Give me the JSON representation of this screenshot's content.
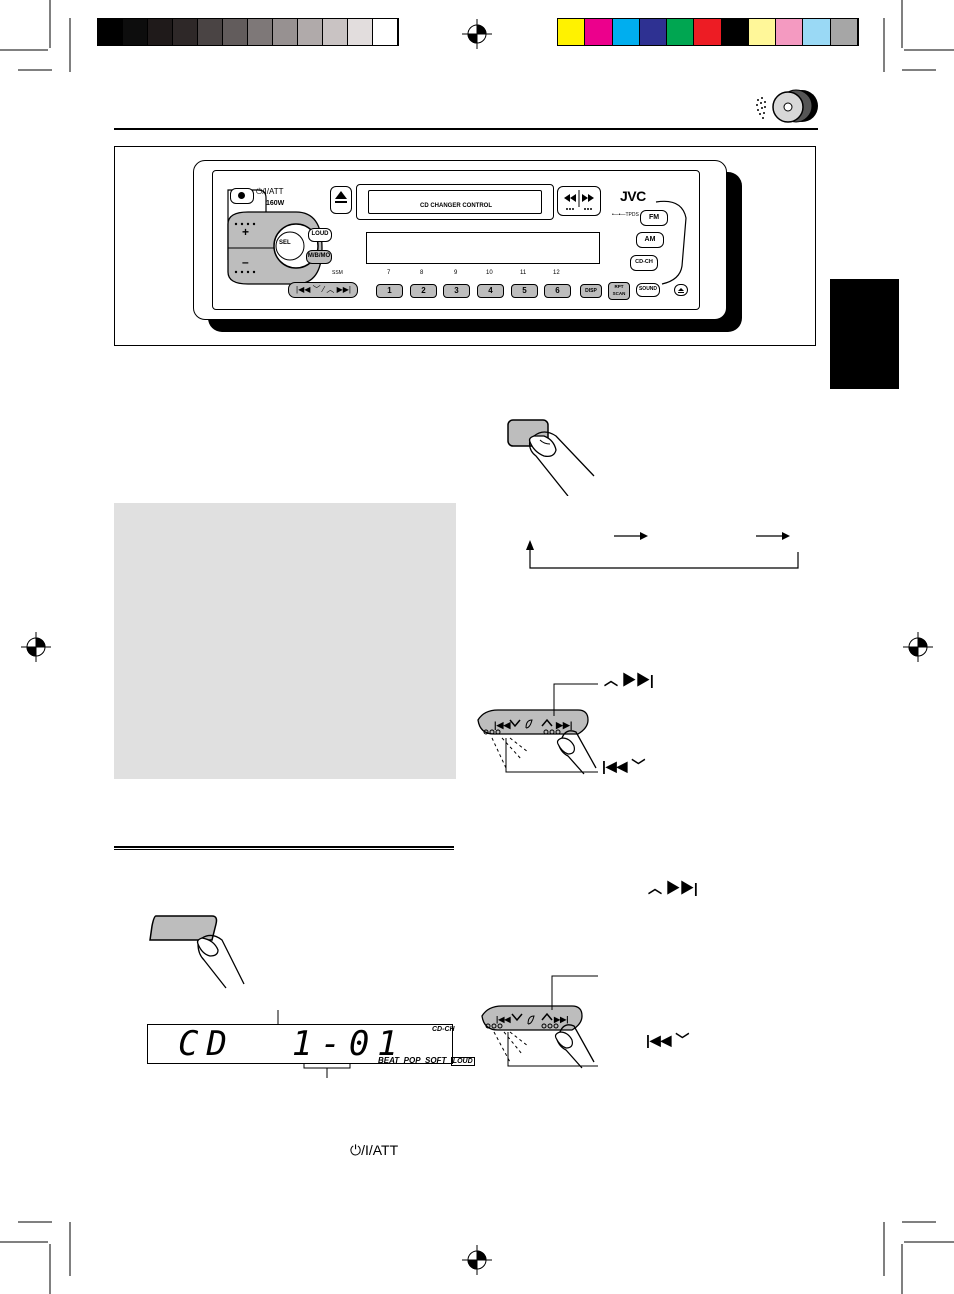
{
  "print_marks": {
    "gray_ramp": [
      "#000000",
      "#0d0d0d",
      "#1f1a1a",
      "#2e2828",
      "#4a4444",
      "#625c5c",
      "#7e7878",
      "#979191",
      "#b0aaaa",
      "#c9c3c3",
      "#e2dddd",
      "#ffffff"
    ],
    "color_bar": [
      "#fff200",
      "#ec008c",
      "#00aeef",
      "#2e3192",
      "#00a651",
      "#ed1c24",
      "#000000",
      "#fff799",
      "#f49ac1",
      "#9ad9f5",
      "#a6a6a6"
    ]
  },
  "header": {
    "disc_icon": "cd-changer-disc-stack-icon"
  },
  "side_tab": {
    "color": "#000000"
  },
  "panel": {
    "power_label": "⏻/I/ATT",
    "watt_label": "160W",
    "tape_slot_label": "CD CHANGER CONTROL",
    "brand": "JVC",
    "mode_label": "•—•—TPDS",
    "fm_label": "FM",
    "am_label": "AM",
    "cdch_label": "CD-CH",
    "loud_label": "LOUD",
    "sel_label": "SEL",
    "bbfmo_label": "M/B/MO",
    "ssm_label": "SSM",
    "upper_preset_numbers": [
      "7",
      "8",
      "9",
      "10",
      "11",
      "12"
    ],
    "presets": [
      "1",
      "2",
      "3",
      "4",
      "5",
      "6"
    ],
    "disp_label": "DISP",
    "rpt_label": "RPT",
    "scan_label": "SCAN",
    "sound_label": "SOUND",
    "eject_icon": "eject-icon",
    "rew_icon": "rewind-icon",
    "ff_icon": "fast-forward-icon"
  },
  "diagrams": {
    "skip_up_label": "︿ ▶▶|",
    "skip_down_label": "|◀◀ ﹀",
    "skip_up_label_2": "︿ ▶▶|",
    "skip_down_label_2": "|◀◀ ﹀"
  },
  "lcd": {
    "main_text": "CD  1-01",
    "cdch_indicator": "CD-CH",
    "modes": [
      "BEAT",
      "POP",
      "SOFT"
    ],
    "loud_indicator": "LOUD"
  },
  "footer": {
    "power_text": "⏻/I/ATT"
  }
}
